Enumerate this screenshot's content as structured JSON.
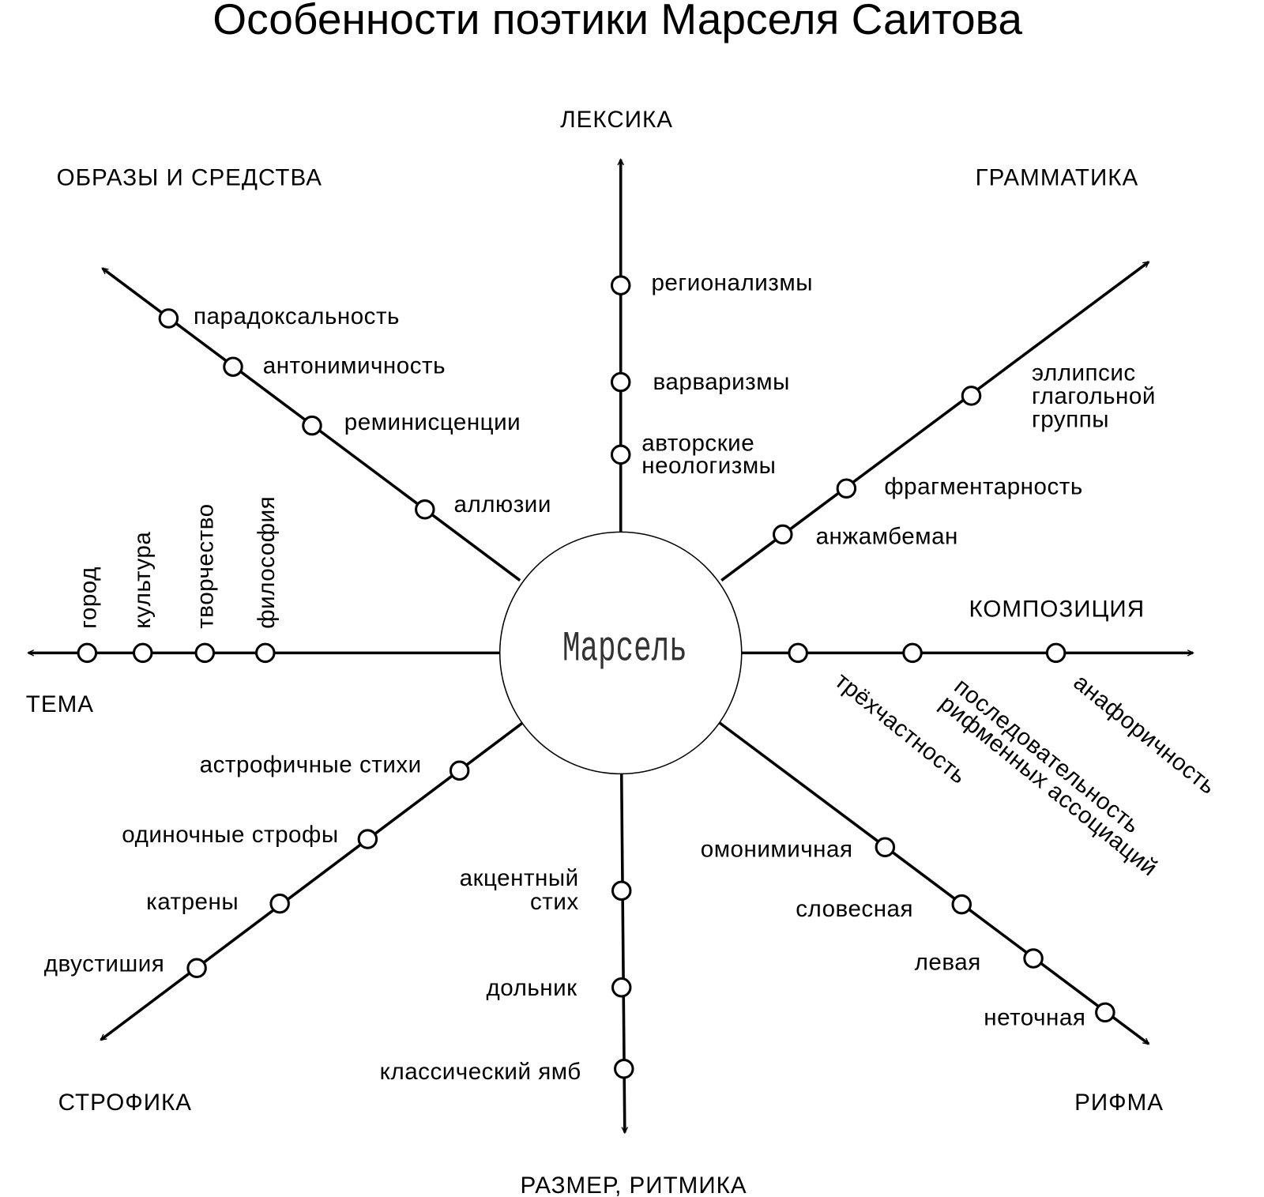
{
  "title": "Особенности поэтики Марселя Саитова",
  "center": "Марсель",
  "categories": {
    "lexika": "ЛЕКСИКА",
    "obrazy": "ОБРАЗЫ И СРЕДСТВА",
    "grammatika": "ГРАММАТИКА",
    "tema": "ТЕМА",
    "kompoziciya": "КОМПОЗИЦИЯ",
    "strofika": "СТРОФИКА",
    "razmer": "РАЗМЕР, РИТМИКА",
    "rifma": "РИФМА"
  },
  "lexika": [
    "регионализмы",
    "варваризмы",
    "авторские",
    "неологизмы"
  ],
  "obrazy": [
    "парадоксальность",
    "антонимичность",
    "реминисценции",
    "аллюзии"
  ],
  "grammatika": [
    "эллипсис",
    "глагольной",
    "группы",
    "фрагментарность",
    "анжамбеман"
  ],
  "tema": [
    "город",
    "культура",
    "творчество",
    "философия"
  ],
  "kompoziciya": [
    "трёхчастность",
    "последовательность",
    "рифменных ассоциаций",
    "анафоричность"
  ],
  "strofika": [
    "астрофичные стихи",
    "одиночные строфы",
    "катрены",
    "двустишия"
  ],
  "razmer": [
    "акцентный",
    "стих",
    "дольник",
    "классический ямб"
  ],
  "rifma": [
    "омонимичная",
    "словесная",
    "левая",
    "неточная"
  ]
}
